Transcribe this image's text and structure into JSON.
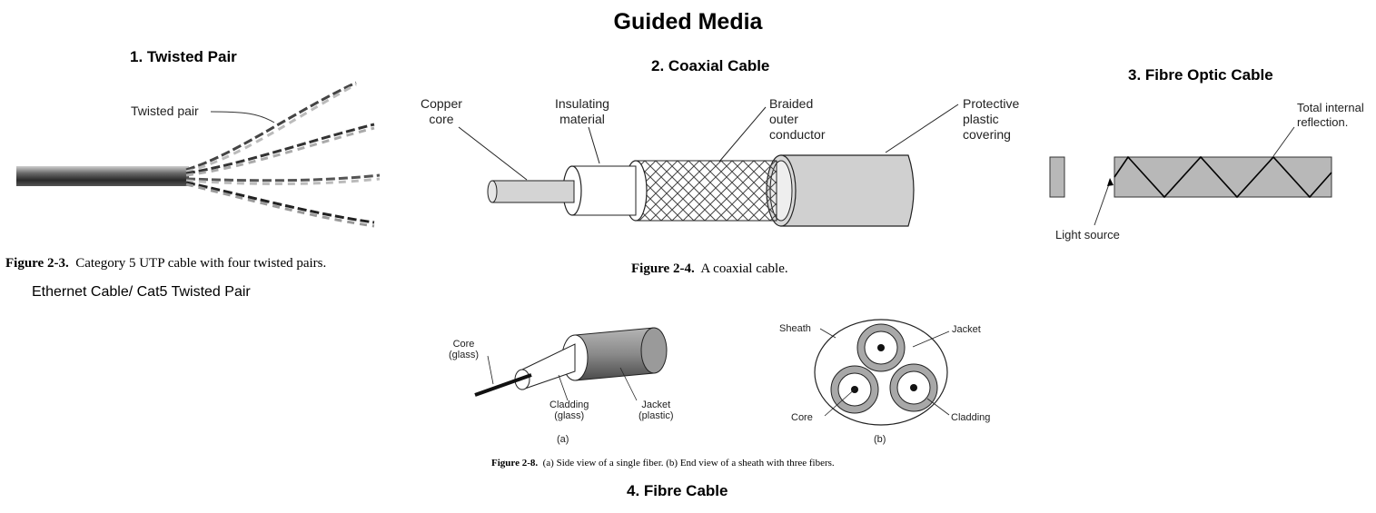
{
  "title": "Guided Media",
  "twisted_pair": {
    "heading": "1. Twisted Pair",
    "callout": "Twisted pair",
    "figure_number": "Figure 2-3.",
    "figure_caption": "Category 5 UTP cable with four twisted pairs.",
    "subtitle": "Ethernet Cable/ Cat5 Twisted Pair"
  },
  "coaxial": {
    "heading": "2. Coaxial Cable",
    "labels": {
      "copper_core": [
        "Copper",
        "core"
      ],
      "insulating": [
        "Insulating",
        "material"
      ],
      "braided": [
        "Braided",
        "outer",
        "conductor"
      ],
      "protective": [
        "Protective",
        "plastic",
        "covering"
      ]
    },
    "figure_number": "Figure 2-4.",
    "figure_caption": "A coaxial cable."
  },
  "fibre_optic": {
    "heading": "3. Fibre Optic Cable",
    "total_internal": [
      "Total internal",
      "reflection."
    ],
    "light_source": "Light source"
  },
  "fibre_cable": {
    "labels": {
      "core_glass": [
        "Core",
        "(glass)"
      ],
      "cladding_glass": [
        "Cladding",
        "(glass)"
      ],
      "jacket_plastic": [
        "Jacket",
        "(plastic)"
      ],
      "sub_a": "(a)",
      "sheath": "Sheath",
      "jacket": "Jacket",
      "core": "Core",
      "cladding": "Cladding",
      "sub_b": "(b)"
    },
    "figure_number": "Figure 2-8.",
    "figure_caption": "(a) Side view of a single fiber. (b) End view of a sheath with three fibers.",
    "heading": "4. Fibre Cable"
  }
}
